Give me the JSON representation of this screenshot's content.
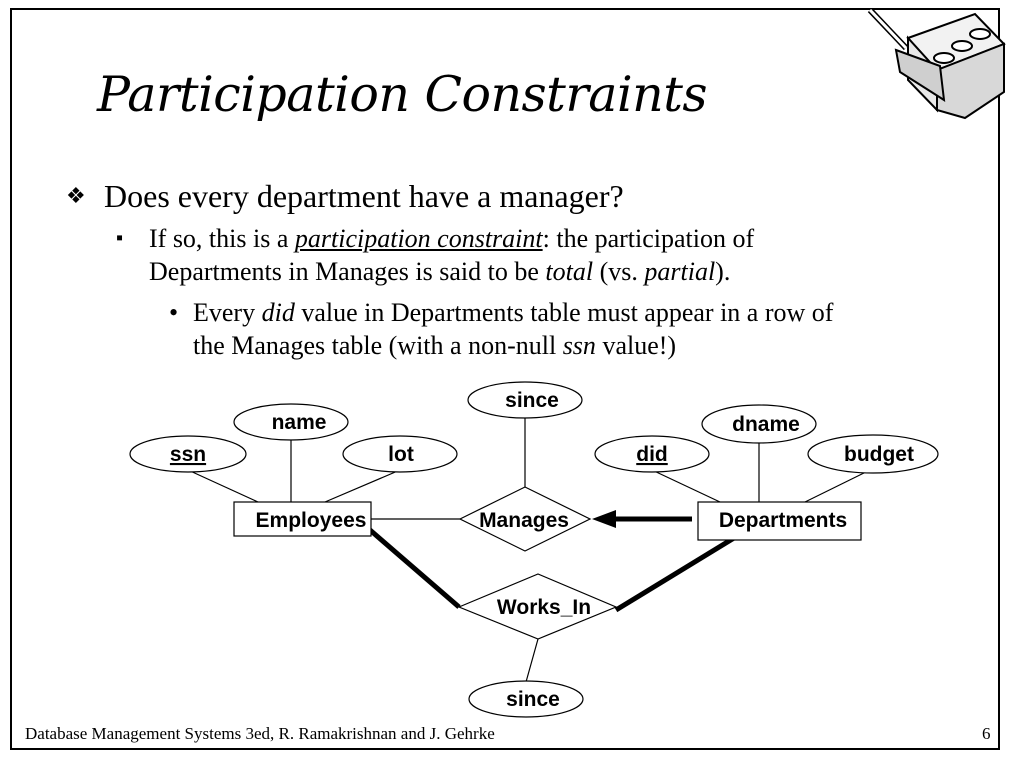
{
  "slide": {
    "title": "Participation Constraints",
    "bullet1": "Does every department have a manager?",
    "bullet2": {
      "line1_pre": "If so, this is a ",
      "line1_em": "participation constraint",
      "line1_post": ":  the participation of",
      "line2_pre": "Departments in Manages is said to be ",
      "line2_em1": "total",
      "line2_mid": " (vs. ",
      "line2_em2": "partial",
      "line2_post": ")."
    },
    "bullet3": {
      "line1_pre": "Every ",
      "line1_em": "did",
      "line1_post": " value in Departments table must appear in a row of",
      "line2_pre": "the Manages table (with a non-null ",
      "line2_em": "ssn",
      "line2_post": " value!)"
    },
    "footer": "Database Management Systems 3ed,  R. Ramakrishnan and J. Gehrke",
    "page_number": "6"
  },
  "diagram": {
    "entities": {
      "employees": "Employees",
      "departments": "Departments"
    },
    "relationships": {
      "manages": "Manages",
      "works_in": "Works_In"
    },
    "attributes": {
      "ssn": "ssn",
      "name": "name",
      "lot": "lot",
      "manages_since": "since",
      "did": "did",
      "dname": "dname",
      "budget": "budget",
      "works_in_since": "since"
    }
  }
}
